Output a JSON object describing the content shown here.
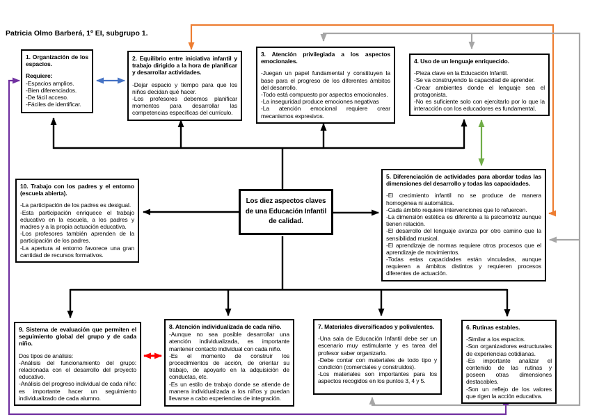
{
  "author": "Patricia Olmo Barberá, 1º EI, subgrupo 1.",
  "center": {
    "text": "Los diez aspectos claves de una Educación Infantil de calidad."
  },
  "boxes": {
    "b1": {
      "title": "1. Organización de los espacios.",
      "subtitle": "Requiere:",
      "items": [
        "-Espacios amplios.",
        "-Bien diferenciados.",
        "-De fácil acceso.",
        "-Fáciles de identificar."
      ]
    },
    "b2": {
      "title": "2. Equilibrio entre iniciativa infantil y trabajo dirigido a la hora de planificar y desarrollar actividades.",
      "items": [
        "-Dejar espacio y tiempo para que los niños decidan qué hacer.",
        "-Los profesores debemos planificar momentos para desarrollar las competencias específicas del currículo."
      ]
    },
    "b3": {
      "title": "3. Atención privilegiada a los aspectos emocionales.",
      "items": [
        "-Juegan un papel fundamental y constituyen la base para el progreso de los diferentes ámbitos del desarrollo.",
        "-Todo está compuesto por aspectos emocionales.",
        "-La inseguridad produce emociones negativas",
        "-La atención emocional requiere crear mecanismos expresivos."
      ]
    },
    "b4": {
      "title": "4. Uso de un lenguaje enriquecido.",
      "items": [
        "-Pieza clave en la Educación Infantil.",
        "-Se va construyendo la capacidad de aprender.",
        "-Crear ambientes donde el lenguaje sea el protagonista.",
        "-No es suficiente solo con ejercitarlo por lo que la interacción con los educadores es fundamental."
      ]
    },
    "b5": {
      "title": "5. Diferenciación de actividades para abordar todas las dimensiones del desarrollo y todas las capacidades.",
      "items": [
        "-El crecimiento infantil no se produce de manera homogénea ni automática.",
        "-Cada ámbito requiere intervenciones que lo refuercen.",
        "-La dimensión estética es diferente a la psicomotriz aunque tienen relación.",
        "-El desarrollo del lenguaje avanza por otro camino que la sensibilidad musical.",
        "-El aprendizaje de normas requiere otros procesos que el aprendizaje de movimientos.",
        "-Todas estas capacidades están vinculadas, aunque requieren a ámbitos distintos y requieren procesos diferentes de actuación."
      ]
    },
    "b6": {
      "title": "6. Rutinas estables.",
      "items": [
        "-Similar a los espacios.",
        "-Son organizadores estructurales de experiencias cotidianas.",
        "-Es importante analizar el contenido de las rutinas y poseen otras dimensiones destacables.",
        "-Son un reflejo de los valores que rigen la acción educativa."
      ]
    },
    "b7": {
      "title": "7. Materiales diversificados y polivalentes.",
      "items": [
        "-Una sala de Educación Infantil debe ser un escenario muy estimulante y es tarea del profesor saber organizarlo.",
        "-Debe contar con materiales de todo tipo y condición (comerciales y construidos).",
        "-Los materiales son importantes para los aspectos recogidos en los puntos 3, 4 y 5."
      ]
    },
    "b8": {
      "title": "8. Atención individualizada de cada niño.",
      "items": [
        "-Aunque no sea posible desarrollar una atención individualizada, es importante mantener contacto individual con cada niño.",
        "-Es el momento de construir los procedimientos de acción, de orientar su trabajo, de apoyarlo en la adquisición de conductas, etc.",
        "-Es un estilo de trabajo donde se atiende de manera individualizada a los niños y puedan llevarse a cabo experiencias de integración."
      ]
    },
    "b9": {
      "title": "9. Sistema de evaluación que permiten el seguimiento global del grupo y de cada niño.",
      "subtitle": "Dos tipos de análisis:",
      "items": [
        "-Análisis del funcionamiento del grupo: relacionada con el desarrollo del proyecto educativo.",
        "-Análisis del progreso individual de cada niño: es importante hacer un seguimiento individualizado de cada alumno."
      ]
    },
    "b10": {
      "title": "10. Trabajo con los padres y el entorno (escuela abierta).",
      "items": [
        "-La participación de los padres es desigual.",
        "-Esta participación enriquece el trabajo educativo en la escuela, a los padres y madres y a la propia actuación educativa.",
        "-Los profesores también aprenden de la participación de los padres.",
        "-La apertura al entorno favorece una gran cantidad de recursos formativos."
      ]
    }
  },
  "colors": {
    "black": "#000000",
    "blue": "#4472C4",
    "red": "#FF0000",
    "green": "#70AD47",
    "purple": "#7030A0",
    "orange": "#ED7D31",
    "gray": "#A6A6A6"
  }
}
